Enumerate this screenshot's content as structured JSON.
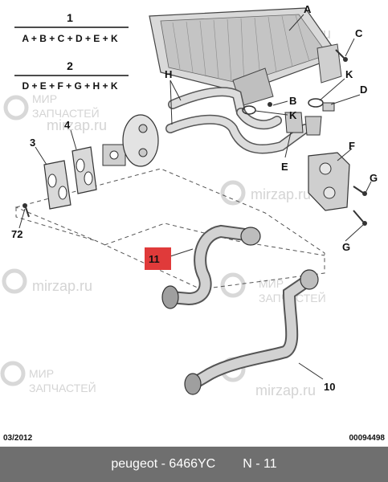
{
  "formulas": [
    {
      "number": "1",
      "expression": "A + B + C + D + E + K"
    },
    {
      "number": "2",
      "expression": "D + E + F + G + H + K"
    }
  ],
  "labels": {
    "A": "A",
    "B": "B",
    "C": "C",
    "D": "D",
    "E": "E",
    "F": "F",
    "G1": "G",
    "G2": "G",
    "H": "H",
    "K1": "K",
    "K2": "K",
    "n3": "3",
    "n4": "4",
    "n72": "72",
    "n11": "11",
    "n10": "10"
  },
  "watermarks": {
    "site": "mirzap.ru",
    "line1": "МИР",
    "line2": "ЗАПЧАСТЕЙ"
  },
  "date_code": "03/2012",
  "doc_code": "00094498",
  "footer": {
    "brand_part": "peugeot - 6466YC",
    "item": "N - 11"
  },
  "colors": {
    "highlight": "#e03a3a",
    "line": "#333333",
    "footer_bg": "#6f6f6f"
  }
}
